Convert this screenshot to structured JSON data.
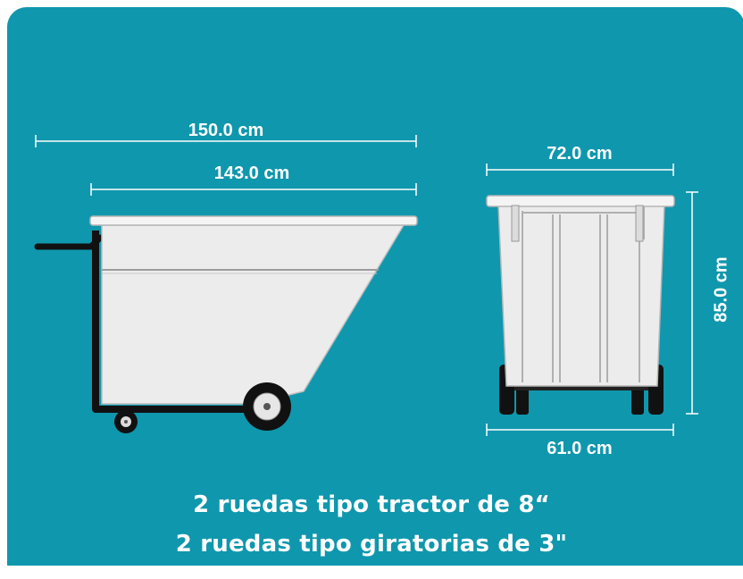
{
  "colors": {
    "background": "#0f97ad",
    "body": "#ebebeb",
    "frame": "#111111",
    "dimension": "#ffffff"
  },
  "dimensions": {
    "overall_length": "150.0 cm",
    "body_length": "143.0 cm",
    "width": "72.0 cm",
    "height": "85.0 cm",
    "wheel_track": "61.0 cm"
  },
  "captions": {
    "line1": "2 ruedas tipo tractor de 8“",
    "line2": "2 ruedas tipo giratorias de 3\""
  }
}
